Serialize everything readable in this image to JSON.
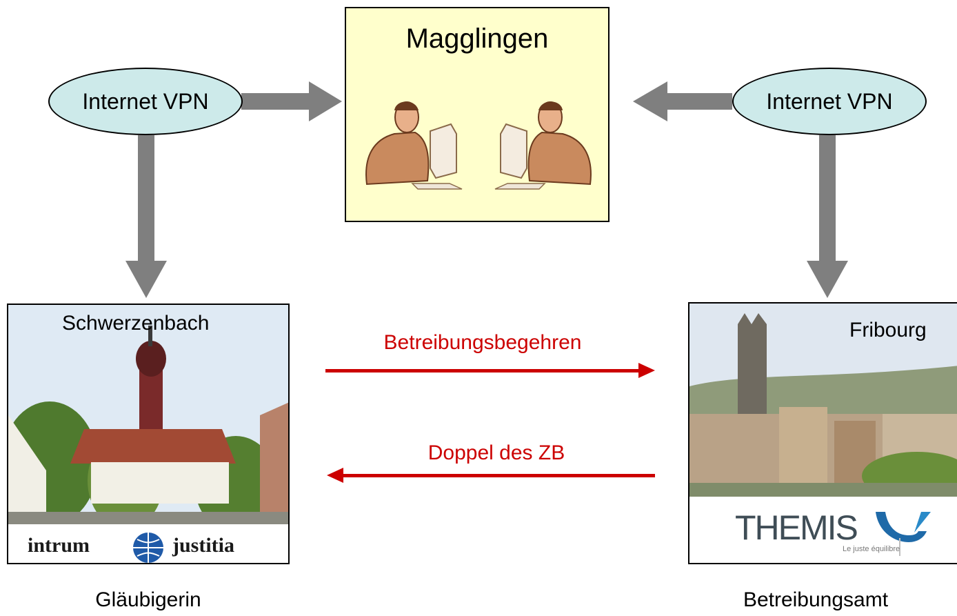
{
  "center": {
    "title": "Magglingen"
  },
  "left_vpn": {
    "label": "Internet VPN"
  },
  "right_vpn": {
    "label": "Internet VPN"
  },
  "left_site": {
    "place": "Schwerzenbach",
    "logo_left": "intrum",
    "logo_right": "justitia",
    "caption": "Gläubigerin"
  },
  "right_site": {
    "place": "Fribourg",
    "logo_text": "THEMIS",
    "logo_tagline": "Le juste équilibre",
    "caption": "Betreibungsamt"
  },
  "flows": {
    "forward": "Betreibungsbegehren",
    "back": "Doppel des ZB"
  },
  "colors": {
    "arrow_gray": "#7f7f7f",
    "arrow_red": "#cc0000",
    "box_fill": "#ffffcc",
    "vpn_fill": "#cdeaea"
  }
}
